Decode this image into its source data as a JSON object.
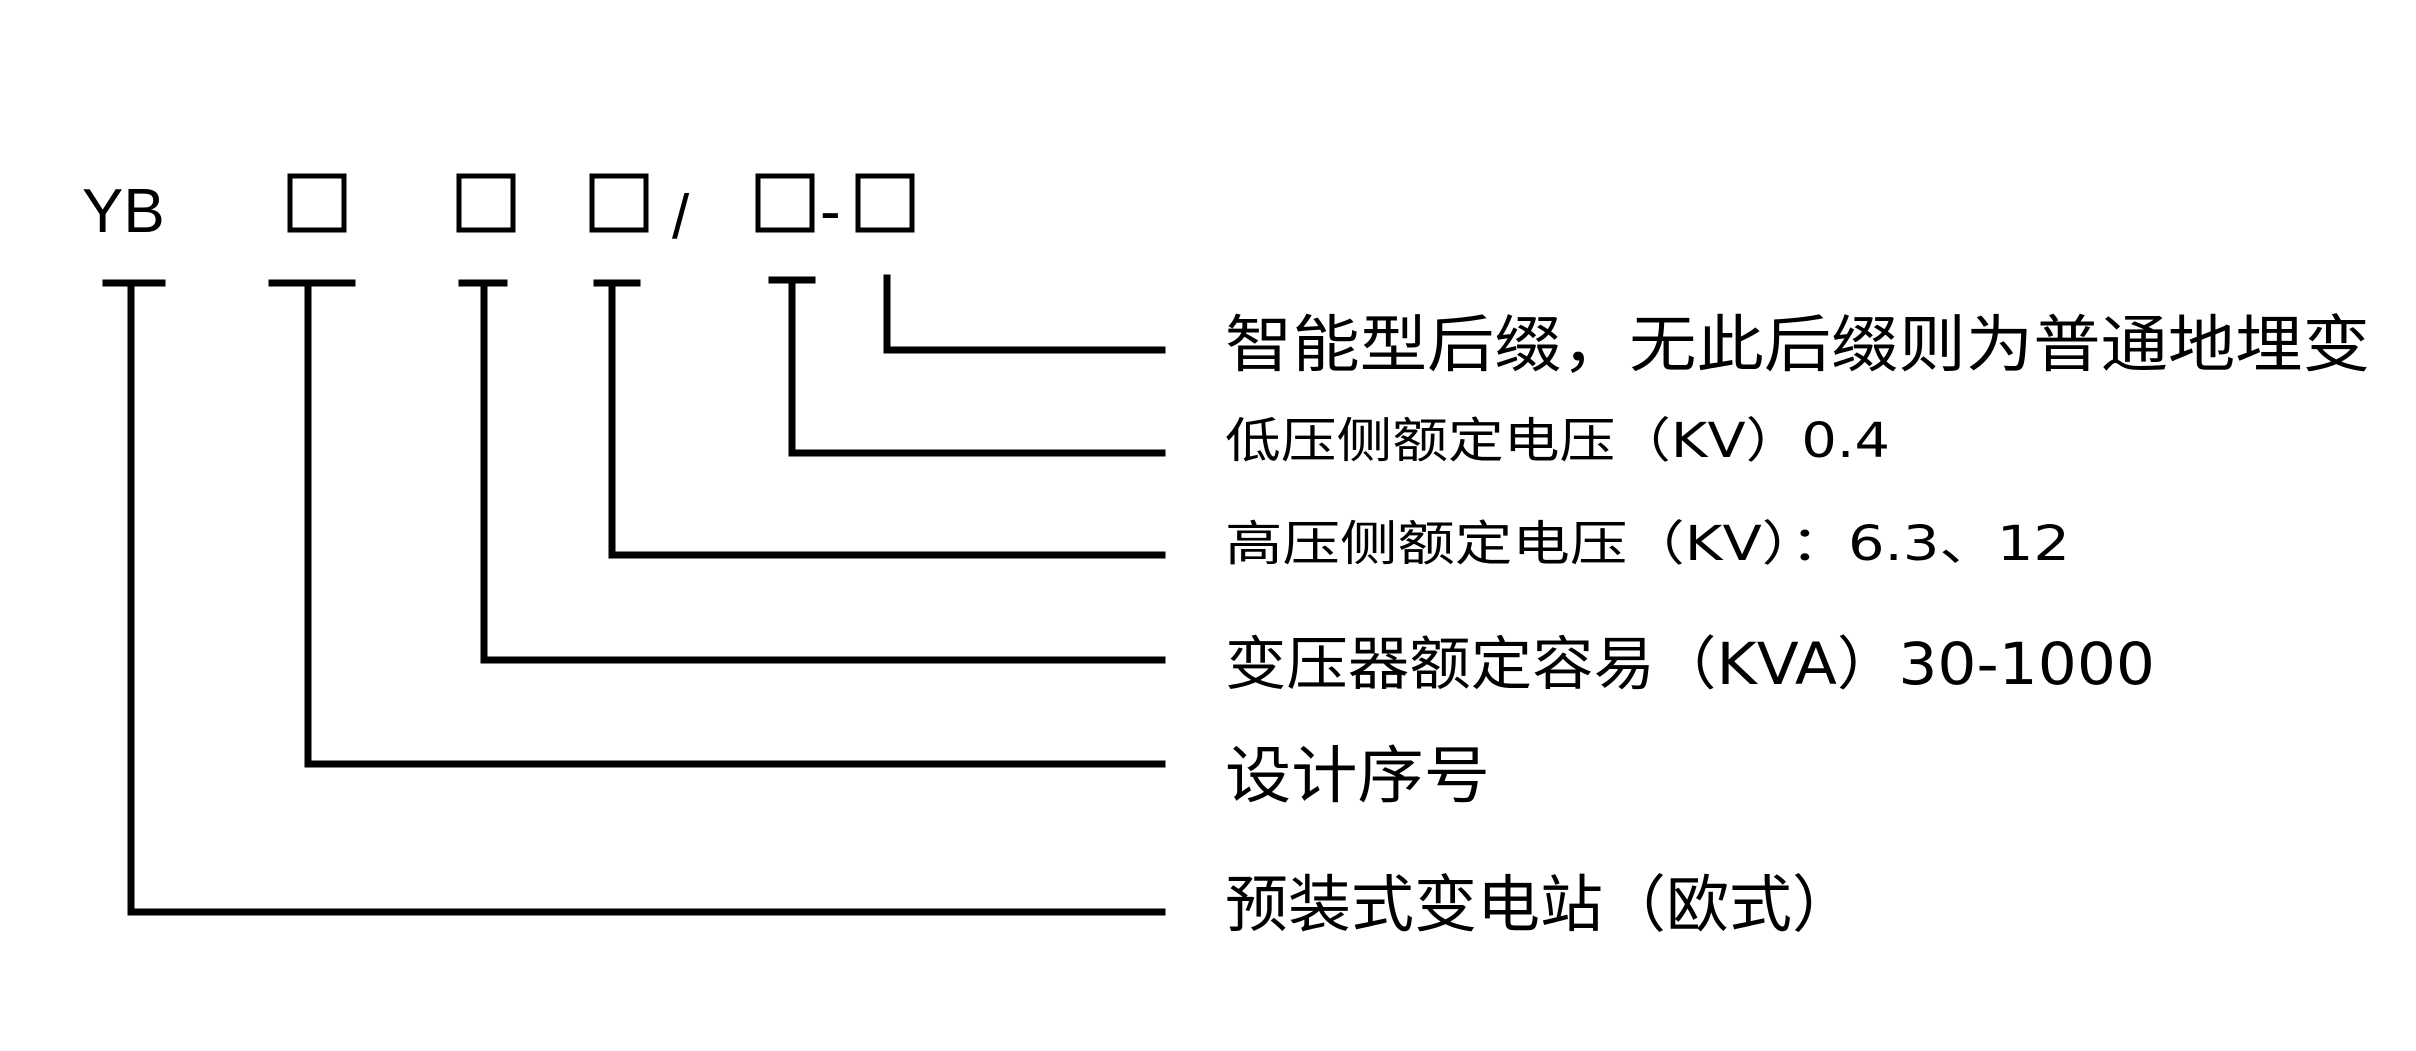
{
  "model_code": {
    "prefix": "YB",
    "placeholder": "□",
    "slash": "/",
    "dash": "-"
  },
  "labels": [
    "智能型后缀，无此后缀则为普通地埋变",
    "低压侧额定电压（KV）0.4",
    "高压侧额定电压（KV）：6.3、12",
    "变压器额定容易（KVA）30-1000",
    "设计序号",
    "预装式变电站（欧式）"
  ]
}
